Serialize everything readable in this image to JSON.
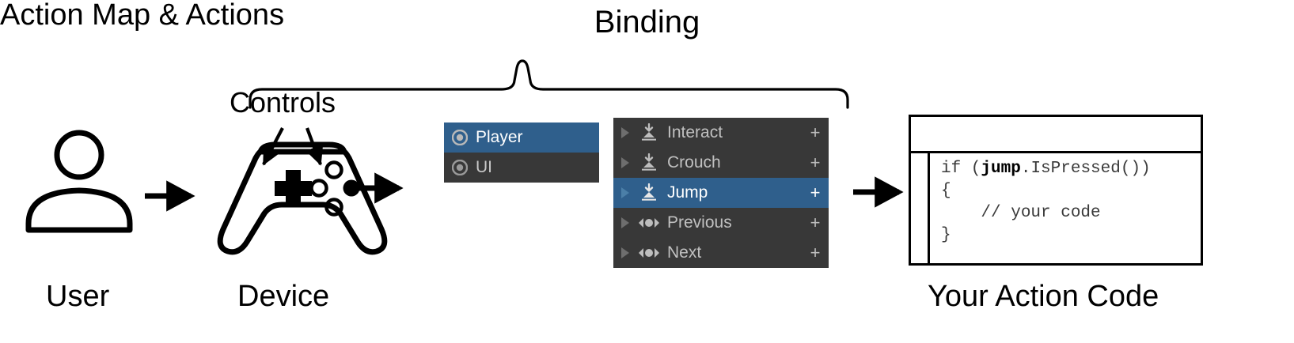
{
  "diagram": {
    "title_brace_label": "Binding",
    "controls_label": "Controls",
    "captions": {
      "user": "User",
      "device": "Device",
      "action_map": "Action Map & Actions",
      "code": "Your Action Code"
    }
  },
  "colors": {
    "panel_background": "#383838",
    "selection_blue": "#2f5f8c",
    "text_light": "#c8c8c8",
    "text_white": "#ffffff",
    "stroke_black": "#000000",
    "page_background": "#ffffff"
  },
  "action_map_panel": {
    "rows": [
      {
        "label": "Player",
        "icon": "action-map-radio-icon",
        "selected": true
      },
      {
        "label": "UI",
        "icon": "action-map-radio-icon",
        "selected": false
      }
    ]
  },
  "actions_panel": {
    "add_binding_label": "+",
    "rows": [
      {
        "label": "Interact",
        "icon": "button-press-icon",
        "foldout": "chevron-right-icon",
        "selected": false,
        "plus": "+"
      },
      {
        "label": "Crouch",
        "icon": "button-press-icon",
        "foldout": "chevron-right-icon",
        "selected": false,
        "plus": "+"
      },
      {
        "label": "Jump",
        "icon": "button-press-icon",
        "foldout": "chevron-right-icon",
        "selected": true,
        "plus": "+"
      },
      {
        "label": "Previous",
        "icon": "axis-1d-icon",
        "foldout": "chevron-right-icon",
        "selected": false,
        "plus": "+"
      },
      {
        "label": "Next",
        "icon": "axis-1d-icon",
        "foldout": "chevron-right-icon",
        "selected": false,
        "plus": "+"
      }
    ]
  },
  "code_window": {
    "lines": [
      {
        "pre": "if (",
        "bold": "jump",
        "post": ".IsPressed())"
      },
      {
        "pre": "{",
        "bold": "",
        "post": ""
      },
      {
        "pre": "    // your code",
        "bold": "",
        "post": ""
      },
      {
        "pre": "}",
        "bold": "",
        "post": ""
      }
    ]
  },
  "icons": {
    "user": "user-avatar-icon",
    "device": "gamepad-icon",
    "arrow_user_to_device": "arrow-right-icon",
    "arrow_device_to_map": "arrow-right-icon",
    "arrow_map_to_code": "arrow-right-icon",
    "controls_pointer_left": "arrow-pointer-icon",
    "controls_pointer_right": "arrow-pointer-icon",
    "binding_brace": "curly-brace-icon"
  }
}
